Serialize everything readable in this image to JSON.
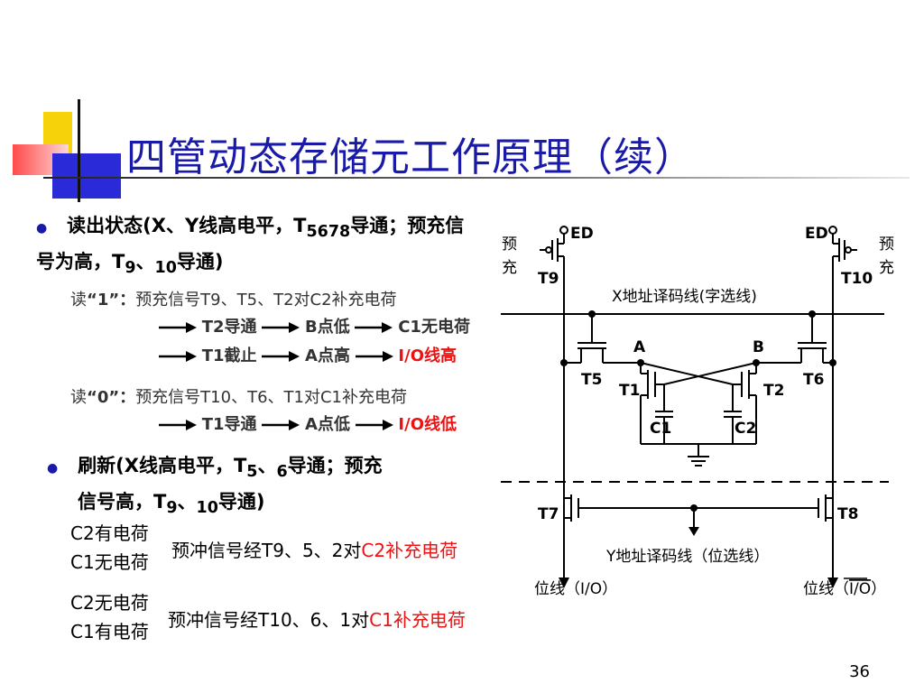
{
  "slide": {
    "title": "四管动态存储元工作原理（续）",
    "page_number": "36"
  },
  "bullets": {
    "read": {
      "p1": "读出状态(",
      "p2": "X、Y线高电平，T",
      "sub1": "5678",
      "p3": "导通；预充信号为高，T",
      "sub2": "9",
      "p4": "、",
      "sub3": "10",
      "p5": "导通)"
    },
    "refresh": {
      "p1": "刷新(X线高电平，T",
      "sub1": "5",
      "p2": "、",
      "sub2": "6",
      "p3": "导通；预充",
      "p4": "信号高，T",
      "sub3": "9",
      "p5": "、",
      "sub4": "10",
      "p6": "导通)"
    }
  },
  "read_one": {
    "prefix": "读",
    "quote_value": "“1”：",
    "line1": "预充信号T9、T5、T2对C2补充电荷",
    "line2a": "T2导通",
    "line2b": "B点低",
    "line2c": "C1无电荷",
    "line3a": "T1截止",
    "line3b": "A点高",
    "line3c": "I/O线高"
  },
  "read_zero": {
    "prefix": "读",
    "quote_value": "“0”：",
    "line1": "预充信号T10、T6、T1对C1补充电荷",
    "line2a": "T1导通",
    "line2b": "A点低",
    "line2c": "I/O线低"
  },
  "refresh_cases": {
    "case1_a": "C2有电荷",
    "case1_b": "C1无电荷",
    "case1_desc": "预冲信号经T9、5、2对",
    "case1_red": "C2补充电荷",
    "case2_a": "C2无电荷",
    "case2_b": "C1有电荷",
    "case2_desc": "预冲信号经T10、6、1对",
    "case2_red": "C1补充电荷"
  },
  "circuit": {
    "precharge_left": [
      "预",
      "充"
    ],
    "precharge_right": [
      "预",
      "充"
    ],
    "ed_left": "ED",
    "ed_right": "ED",
    "t9": "T9",
    "t10": "T10",
    "x_line": "X地址译码线(字选线)",
    "node_a": "A",
    "node_b": "B",
    "t5": "T5",
    "t6": "T6",
    "t1": "T1",
    "t2": "T2",
    "c1": "C1",
    "c2": "C2",
    "t7": "T7",
    "t8": "T8",
    "y_line": "Y地址译码线（位选线）",
    "bitline_left": "位线（I/O）",
    "bitline_right_a": "位线（",
    "bitline_right_b": "I/O",
    "bitline_right_c": "）"
  },
  "colors": {
    "title": "#1a1aa8",
    "accent_red": "#e11",
    "deco_yellow": "#f6d20a",
    "deco_blue": "#2a2ad8"
  }
}
